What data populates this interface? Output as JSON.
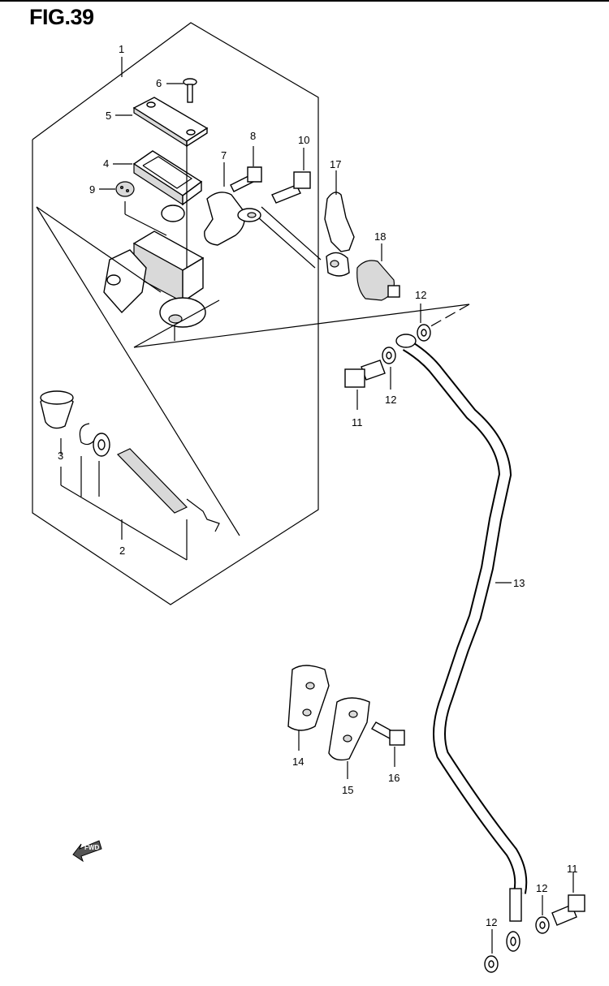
{
  "figure": {
    "title": "FIG.39"
  },
  "callouts": {
    "c1": "1",
    "c2": "2",
    "c3": "3",
    "c4": "4",
    "c5": "5",
    "c6": "6",
    "c7": "7",
    "c8": "8",
    "c9": "9",
    "c10": "10",
    "c11a": "11",
    "c11b": "11",
    "c12a": "12",
    "c12b": "12",
    "c12c": "12",
    "c12d": "12",
    "c13": "13",
    "c14": "14",
    "c15": "15",
    "c16": "16",
    "c17": "17",
    "c18": "18"
  },
  "fwd_arrow": {
    "label": "FWD",
    "icon": "fwd-arrow-icon"
  }
}
